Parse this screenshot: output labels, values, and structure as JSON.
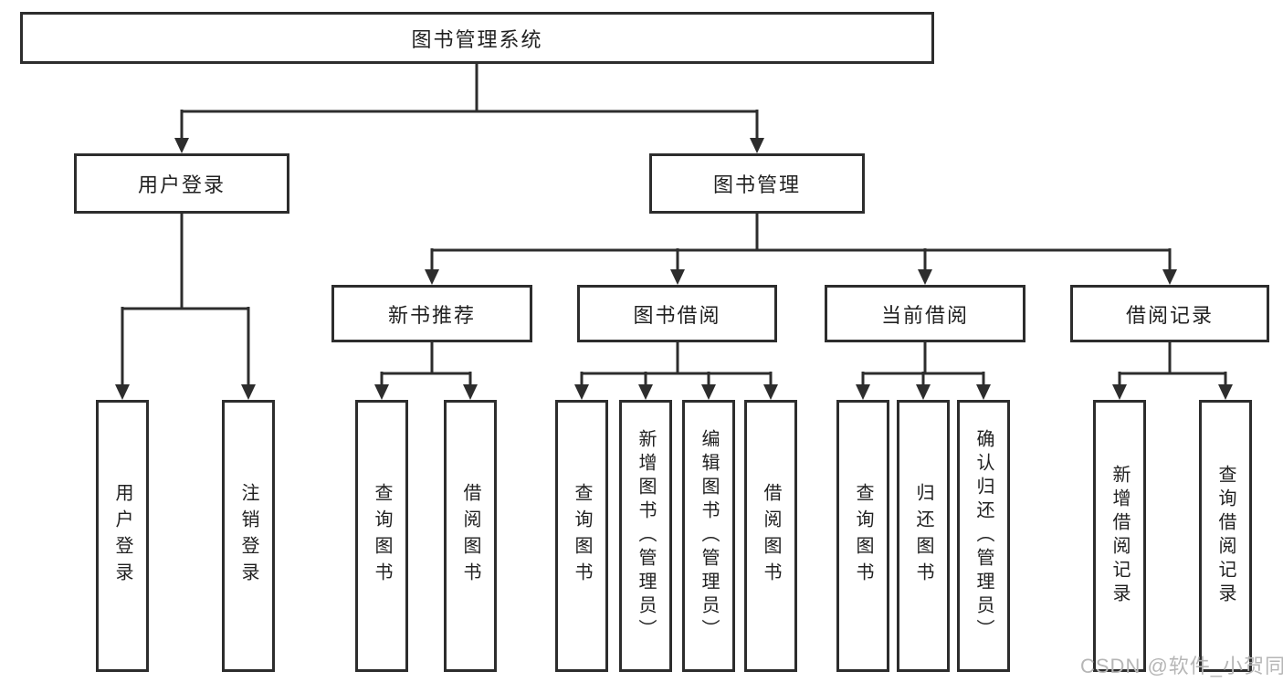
{
  "nodes": {
    "root": {
      "label": "图书管理系统"
    },
    "level2": [
      {
        "id": "user-login",
        "label": "用户登录"
      },
      {
        "id": "book-management",
        "label": "图书管理"
      }
    ],
    "level3": [
      {
        "id": "new-book-recommend",
        "parent": "图书管理",
        "label": "新书推荐"
      },
      {
        "id": "book-borrow",
        "parent": "图书管理",
        "label": "图书借阅"
      },
      {
        "id": "current-borrow",
        "parent": "图书管理",
        "label": "当前借阅"
      },
      {
        "id": "borrow-records",
        "parent": "图书管理",
        "label": "借阅记录"
      }
    ],
    "leaves": [
      {
        "parent": "用户登录",
        "label": "用户登录"
      },
      {
        "parent": "用户登录",
        "label": "注销登录"
      },
      {
        "parent": "新书推荐",
        "label": "查询图书"
      },
      {
        "parent": "新书推荐",
        "label": "借阅图书"
      },
      {
        "parent": "图书借阅",
        "label": "查询图书"
      },
      {
        "parent": "图书借阅",
        "label": "新增图书（管理员）"
      },
      {
        "parent": "图书借阅",
        "label": "编辑图书（管理员）"
      },
      {
        "parent": "图书借阅",
        "label": "借阅图书"
      },
      {
        "parent": "当前借阅",
        "label": "查询图书"
      },
      {
        "parent": "当前借阅",
        "label": "归还图书"
      },
      {
        "parent": "当前借阅",
        "label": "确认归还（管理员）"
      },
      {
        "parent": "借阅记录",
        "label": "新增借阅记录"
      },
      {
        "parent": "借阅记录",
        "label": "查询借阅记录"
      }
    ]
  },
  "watermark": {
    "text": "CSDN @软件_小贺同学"
  },
  "colors": {
    "line": "#2d2d2d",
    "text": "#212121",
    "watermark": "#b6b6b6",
    "background": "#ffffff"
  }
}
